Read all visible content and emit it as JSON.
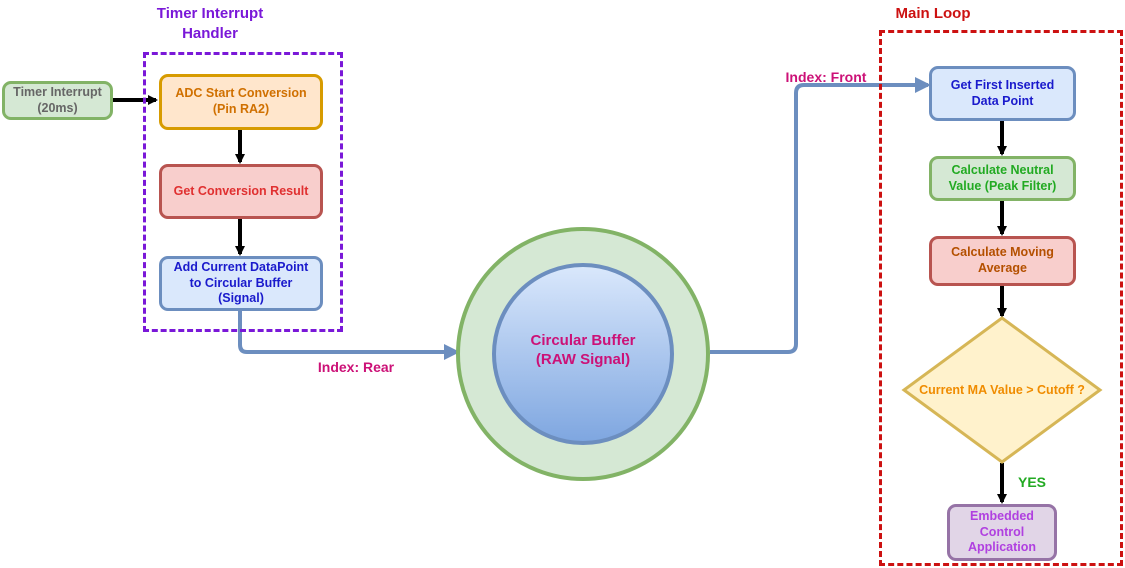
{
  "colors": {
    "purple": "#7a18d8",
    "red": "#cc1111",
    "pink": "#cc1177",
    "green_text": "#22aa22",
    "arrow_blue": "#6c8ebf",
    "arrow_black": "#000000"
  },
  "timer_handler": {
    "title": "Timer Interrupt\nHandler",
    "input": "Timer Interrupt\n(20ms)",
    "adc_start": "ADC Start Conversion\n(Pin RA2)",
    "get_result": "Get Conversion Result",
    "add_point": "Add Current DataPoint\nto Circular Buffer\n(Signal)"
  },
  "buffer": {
    "label": "Circular Buffer\n(RAW Signal)",
    "rear_label": "Index: Rear",
    "front_label": "Index: Front"
  },
  "main_loop": {
    "title": "Main Loop",
    "get_first": "Get First Inserted\nData Point",
    "neutral": "Calculate Neutral\nValue (Peak Filter)",
    "moving_avg": "Calculate Moving\nAverage",
    "decision": "Current MA Value > Cutoff ?",
    "yes_label": "YES",
    "embedded": "Embedded\nControl\nApplication"
  }
}
